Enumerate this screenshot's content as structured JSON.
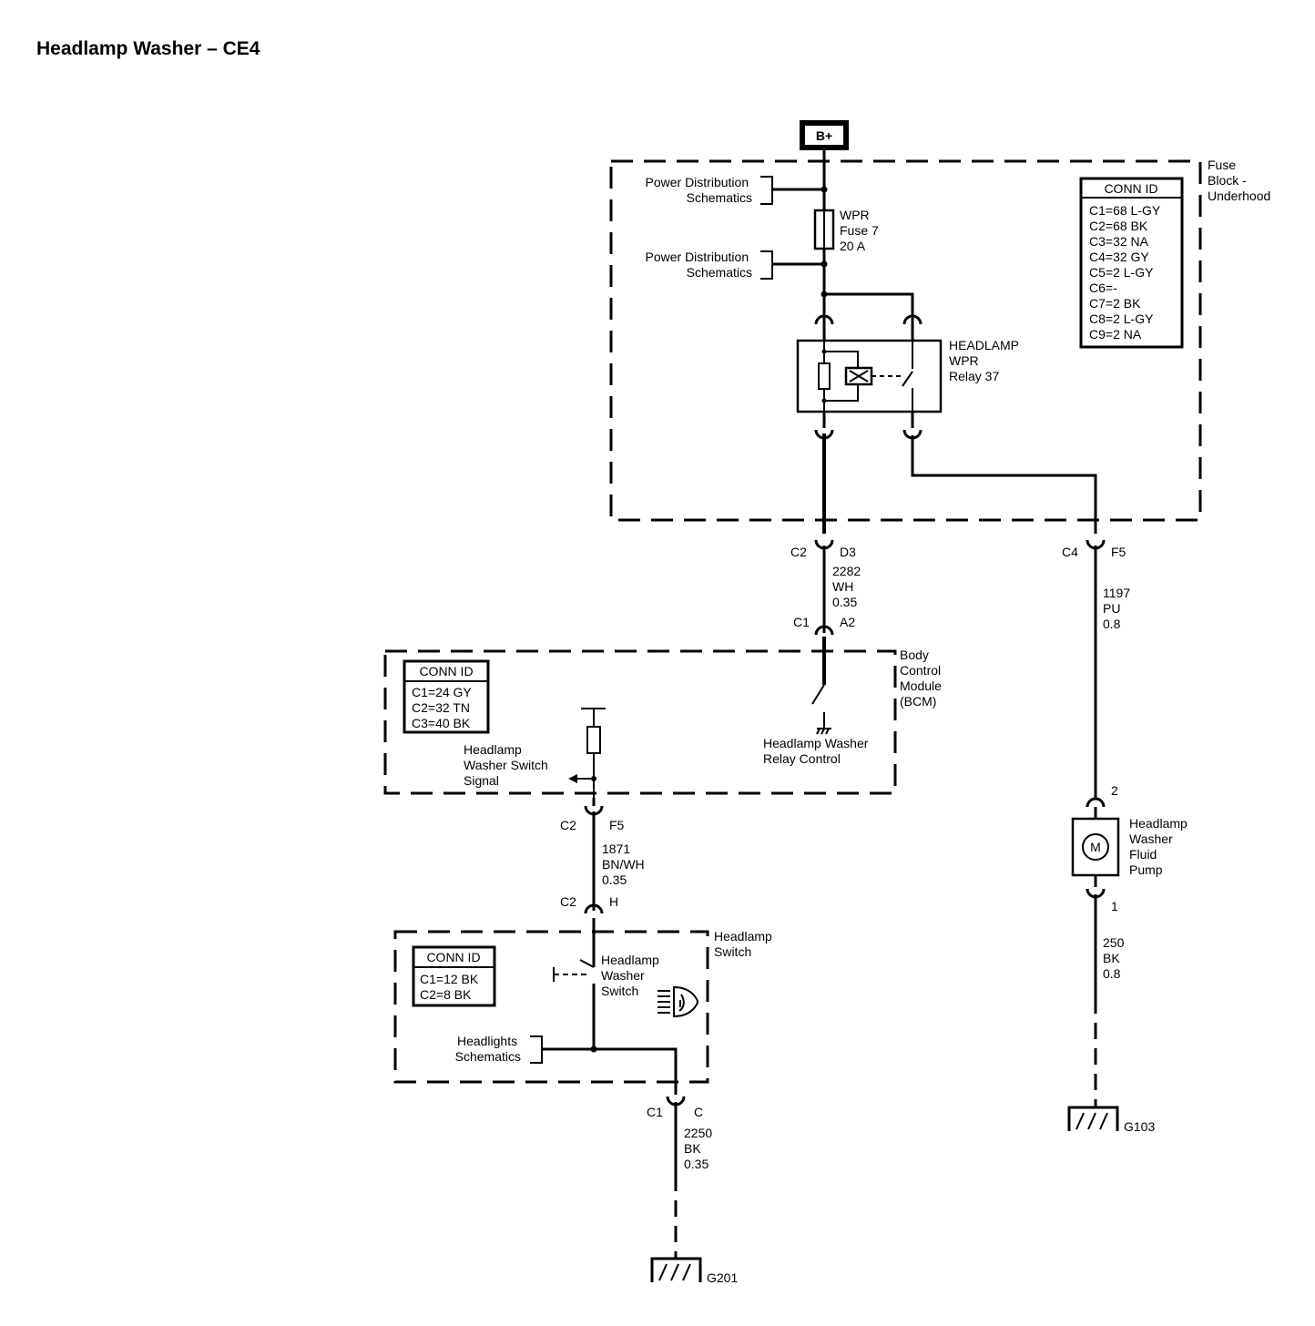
{
  "title": "Headlamp Washer – CE4",
  "battery": "B+",
  "fuse_block": {
    "label": [
      "Fuse",
      "Block -",
      "Underhood"
    ],
    "conn_id": {
      "header": "CONN ID",
      "rows": [
        "C1=68 L-GY",
        "C2=68 BK",
        "C3=32 NA",
        "C4=32 GY",
        "C5=2 L-GY",
        "C6=-",
        "C7=2 BK",
        "C8=2 L-GY",
        "C9=2 NA"
      ]
    },
    "ref_top": [
      "Power Distribution",
      "Schematics"
    ],
    "ref_bottom": [
      "Power Distribution",
      "Schematics"
    ],
    "fuse": [
      "WPR",
      "Fuse 7",
      "20 A"
    ],
    "relay": [
      "HEADLAMP",
      "WPR",
      "Relay 37"
    ]
  },
  "wire_2282": {
    "top_conn": "C2",
    "top_pin": "D3",
    "circuit": "2282",
    "color": "WH",
    "size": "0.35",
    "bot_conn": "C1",
    "bot_pin": "A2"
  },
  "wire_1197": {
    "conn": "C4",
    "pin": "F5",
    "circuit": "1197",
    "color": "PU",
    "size": "0.8"
  },
  "bcm": {
    "label": [
      "Body",
      "Control",
      "Module",
      "(BCM)"
    ],
    "conn_id": {
      "header": "CONN ID",
      "rows": [
        "C1=24 GY",
        "C2=32 TN",
        "C3=40 BK"
      ]
    },
    "relay_control": [
      "Headlamp Washer",
      "Relay Control"
    ],
    "switch_signal": [
      "Headlamp",
      "Washer Switch",
      "Signal"
    ]
  },
  "wire_1871": {
    "top_conn": "C2",
    "top_pin": "F5",
    "circuit": "1871",
    "color": "BN/WH",
    "size": "0.35",
    "bot_conn": "C2",
    "bot_pin": "H"
  },
  "pump": {
    "top_pin": "2",
    "bot_pin": "1",
    "symbol": "M",
    "label": [
      "Headlamp",
      "Washer",
      "Fluid",
      "Pump"
    ]
  },
  "wire_250": {
    "circuit": "250",
    "color": "BK",
    "size": "0.8"
  },
  "ground_g103": "G103",
  "headlamp_switch": {
    "label": [
      "Headlamp",
      "Switch"
    ],
    "conn_id": {
      "header": "CONN ID",
      "rows": [
        "C1=12 BK",
        "C2=8 BK"
      ]
    },
    "switch": [
      "Headlamp",
      "Washer",
      "Switch"
    ],
    "ref": [
      "Headlights",
      "Schematics"
    ]
  },
  "wire_2250": {
    "conn": "C1",
    "pin": "C",
    "circuit": "2250",
    "color": "BK",
    "size": "0.35"
  },
  "ground_g201": "G201"
}
